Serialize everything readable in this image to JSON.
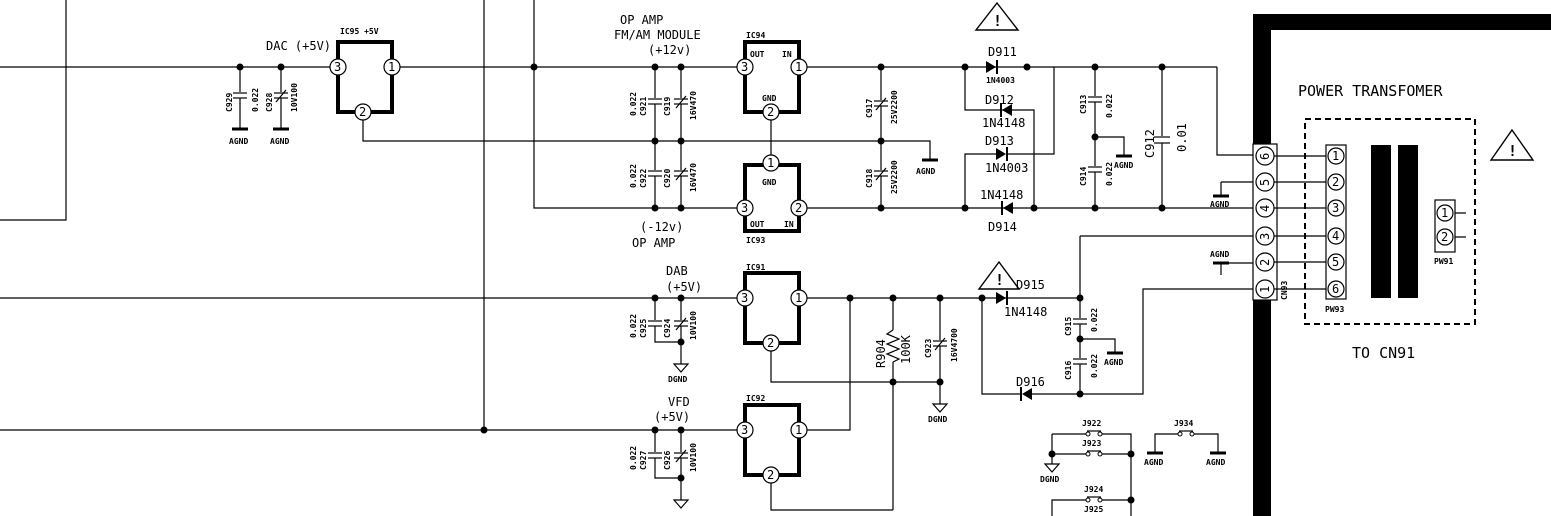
{
  "labels": {
    "dac": "DAC (+5V)",
    "ic95": "IC95 +5V",
    "opamp_top": "OP AMP",
    "fmam": "FM/AM MODULE",
    "plus12": "(+12v)",
    "minus12": "(-12v)",
    "opamp_bot": "OP AMP",
    "dab": "DAB",
    "dab_v": "(+5V)",
    "vfd": "VFD",
    "vfd_v": "(+5V)",
    "power_transformer": "POWER TRANSFOMER",
    "to_cn91": "TO CN91"
  },
  "ics": {
    "ic95": "IC95",
    "ic94": "IC94",
    "ic93": "IC93",
    "ic91": "IC91",
    "ic92": "IC92",
    "out": "OUT",
    "in": "IN",
    "gnd": "GND"
  },
  "pins": {
    "p1": "1",
    "p2": "2",
    "p3": "3",
    "p4": "4",
    "p5": "5",
    "p6": "6"
  },
  "caps": {
    "c929": "C929",
    "c929v": "0.022",
    "c928": "C928",
    "c928v": "10V100",
    "c921": "C921",
    "c921v": "0.022",
    "c919": "C919",
    "c919v": "16V470",
    "c922": "C922",
    "c922v": "0.022",
    "c920": "C920",
    "c920v": "16V470",
    "c917": "C917",
    "c917v": "25V2200",
    "c918": "C918",
    "c918v": "25V2200",
    "c913": "C913",
    "c913v": "0.022",
    "c914": "C914",
    "c914v": "0.022",
    "c912": "C912",
    "c912v": "0.01",
    "c925": "C925",
    "c925v": "0.022",
    "c924": "C924",
    "c924v": "10V100",
    "c923": "C923",
    "c923v": "16V4700",
    "c915": "C915",
    "c915v": "0.022",
    "c916": "C916",
    "c916v": "0.022",
    "c927": "C927",
    "c927v": "0.022",
    "c926": "C926",
    "c926v": "10V100"
  },
  "diodes": {
    "d911": "D911",
    "d911v": "1N4003",
    "d912": "D912",
    "d912v": "1N4148",
    "d913": "D913",
    "d913v": "1N4003",
    "d914": "D914",
    "d914v": "1N4148",
    "d915": "D915",
    "d915v": "1N4148",
    "d916": "D916"
  },
  "resistor": {
    "name": "R904",
    "value": "100K"
  },
  "jumpers": {
    "j922": "J922",
    "j923": "J923",
    "j924": "J924",
    "j925": "J925",
    "j934": "J934"
  },
  "connectors": {
    "cn93": "CN93",
    "pw93": "PW93",
    "pw91": "PW91"
  },
  "grounds": {
    "agnd": "AGND",
    "dgnd": "DGND"
  },
  "symbols": {
    "warning": "warning-triangle-icon"
  }
}
